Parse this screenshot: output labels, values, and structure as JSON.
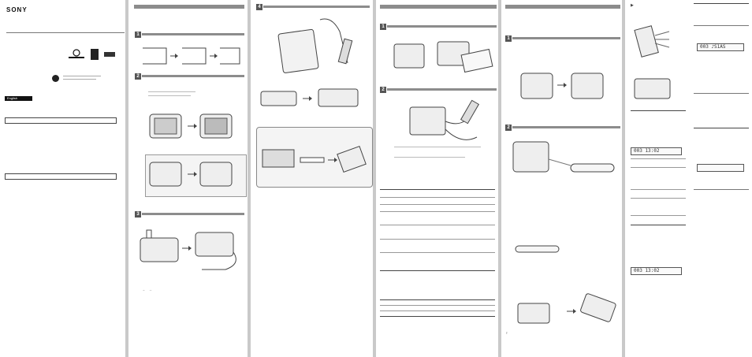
{
  "brand": "SONY",
  "cover": {
    "black_tab": "English",
    "logos": [
      "WALKMAN",
      "MD",
      "ATRAC"
    ]
  },
  "steps": {
    "p1": [
      "1",
      "2",
      "3"
    ],
    "p2": [
      "4"
    ],
    "p3": [
      "1",
      "2"
    ],
    "p4": [
      "1",
      "2"
    ]
  },
  "lcd": {
    "track_time": "003  13:02",
    "title_display": "003 ♪S1AS",
    "time_display_2": "003  13:02"
  },
  "icons": [
    "walkman-logo",
    "md-logo",
    "atrac-logo",
    "recycle-icon",
    "headphones-icon",
    "remote-icon",
    "tip-icon",
    "arrow-icon"
  ]
}
